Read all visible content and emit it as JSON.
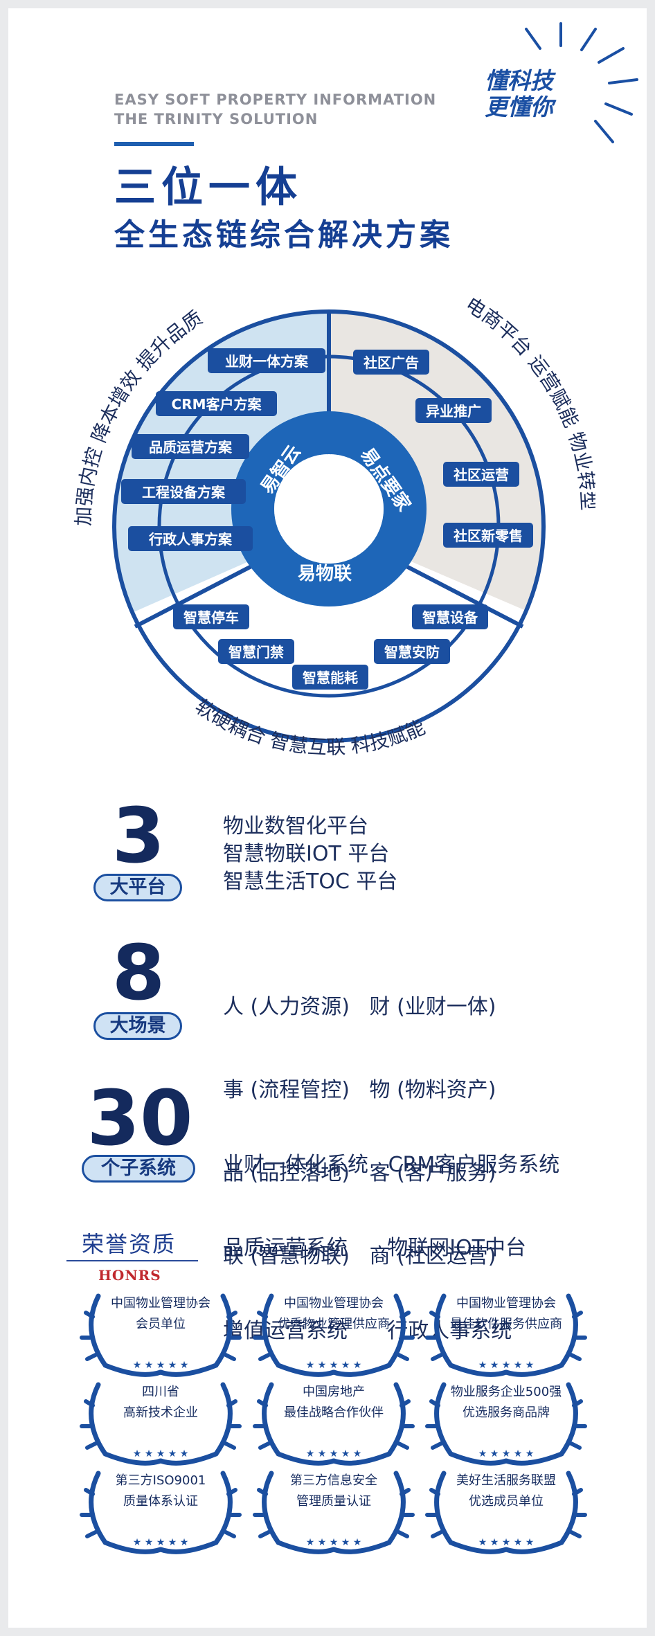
{
  "header": {
    "english_line1": "EASY SOFT PROPERTY INFORMATION",
    "english_line2": "THE TRINITY SOLUTION",
    "title": "三位一体",
    "subtitle": "全生态链综合解决方案",
    "slogan_line1": "懂科技",
    "slogan_line2": "更懂你"
  },
  "diagram": {
    "arc_left": "加强内控 降本增效 提升品质",
    "arc_right": "电商平台 运营赋能 物业转型",
    "arc_bottom": "软硬耦合 智慧互联 科技赋能",
    "core": [
      "易智云",
      "易点要家",
      "易物联"
    ],
    "left_items": [
      "业财一体方案",
      "CRM客户方案",
      "品质运营方案",
      "工程设备方案",
      "行政人事方案"
    ],
    "right_items": [
      "社区广告",
      "异业推广",
      "社区运营",
      "社区新零售"
    ],
    "bottom_items": [
      "智慧停车",
      "智慧门禁",
      "智慧能耗",
      "智慧安防",
      "智慧设备"
    ]
  },
  "stats": [
    {
      "number": "3",
      "label": "大平台",
      "lines": [
        "物业数智化平台",
        "智慧物联IOT 平台",
        "智慧生活TOC 平台"
      ]
    },
    {
      "number": "8",
      "label": "大场景",
      "lines": [
        "人 (人力资源)   财 (业财一体)",
        "事 (流程管控)   物 (物料资产)",
        "品 (品控落地)   客 (客户服务)",
        "联 (智慧物联)   商 (社区运营)"
      ]
    },
    {
      "number": "30",
      "label": "个子系统",
      "lines": [
        "业财一体化系统   CRM客户服务系统",
        "品质运营系统      物联网IOT中台",
        "增值运营系统      行政人事系统"
      ]
    }
  ],
  "honors": {
    "title": "荣誉资质",
    "subtitle": "HONRS",
    "badges": [
      {
        "line1": "中国物业管理协会",
        "line2": "会员单位"
      },
      {
        "line1": "中国物业管理协会",
        "line2": "优秀物业管理供应商"
      },
      {
        "line1": "中国物业管理协会",
        "line2": "最佳软件服务供应商"
      },
      {
        "line1": "四川省",
        "line2": "高新技术企业"
      },
      {
        "line1": "中国房地产",
        "line2": "最佳战略合作伙伴"
      },
      {
        "line1": "物业服务企业500强",
        "line2": "优选服务商品牌"
      },
      {
        "line1": "第三方ISO9001",
        "line2": "质量体系认证"
      },
      {
        "line1": "第三方信息安全",
        "line2": "管理质量认证"
      },
      {
        "line1": "美好生活服务联盟",
        "line2": "优选成员单位"
      }
    ]
  },
  "colors": {
    "primary": "#153f93",
    "accent": "#1f5fb0",
    "left_fill": "#cfe3f1",
    "right_fill": "#e9e6e2",
    "honrs_red": "#c0282d"
  }
}
